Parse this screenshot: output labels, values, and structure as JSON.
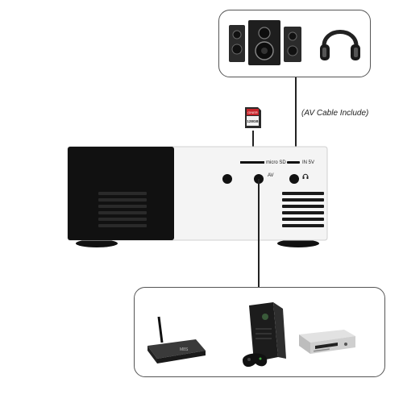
{
  "caption": {
    "av_cable": "(AV Cable Include)"
  },
  "projector": {
    "labels": {
      "micro_sd": "micro SD",
      "in_5v": "IN 5V",
      "av": "AV"
    }
  },
  "sd_card": {
    "brand": "GINER",
    "capacity": "128GB"
  },
  "icons": {
    "top_devices": [
      "speakers-icon",
      "headphones-icon"
    ],
    "bottom_devices": [
      "tv-box-icon",
      "game-console-icon",
      "dvd-player-icon"
    ],
    "ports": [
      "headphone-jack-icon"
    ]
  },
  "colors": {
    "projector_body": "#f4f4f4",
    "projector_front": "#111111",
    "outline": "#555555"
  }
}
